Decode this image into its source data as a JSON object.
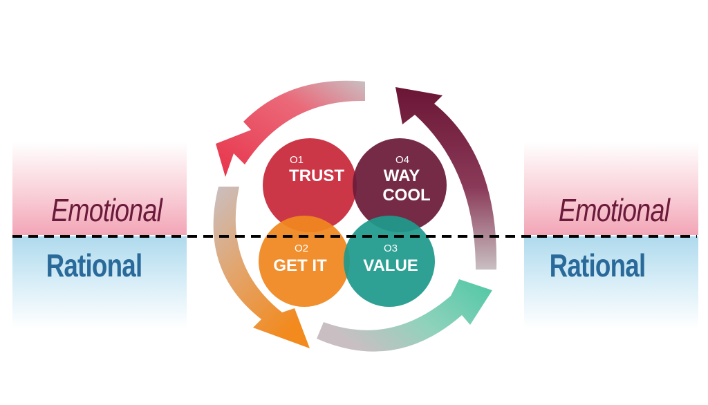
{
  "side_labels": {
    "emotional": "Emotional",
    "rational": "Rational"
  },
  "stages": [
    {
      "number": "O1",
      "lines": [
        "TRUST"
      ],
      "color": "#c8283a"
    },
    {
      "number": "O2",
      "lines": [
        "GET IT"
      ],
      "color": "#f0861f"
    },
    {
      "number": "O3",
      "lines": [
        "VALUE"
      ],
      "color": "#1e9a8c"
    },
    {
      "number": "O4",
      "lines": [
        "WAY",
        "COOL"
      ],
      "color": "#6a1b38"
    }
  ],
  "arrow_colors": {
    "red": "#e8334a",
    "maroon": "#6b1535",
    "orange": "#f28a1e",
    "teal": "#4fc7a4",
    "fade": "#c9bfc2"
  }
}
